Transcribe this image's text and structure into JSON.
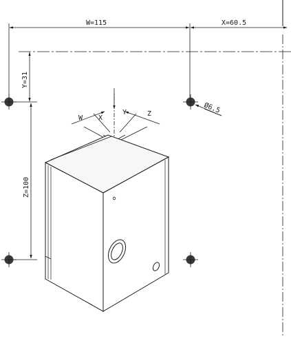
{
  "dimensions": {
    "w_label": "W=115",
    "x_label": "X=60.5",
    "y_label": "Y=31",
    "z_label": "Z=100",
    "hole_label": "Ø6.5"
  },
  "axis_letters": {
    "w": "W",
    "x": "X",
    "y": "Y",
    "z": "Z"
  },
  "colors": {
    "line": "#1a1a1a",
    "mount_point": "#3a3a3a"
  },
  "icons": {
    "mount_point": "mount-point-icon",
    "axis_arrows": "axis-arrows-icon"
  }
}
